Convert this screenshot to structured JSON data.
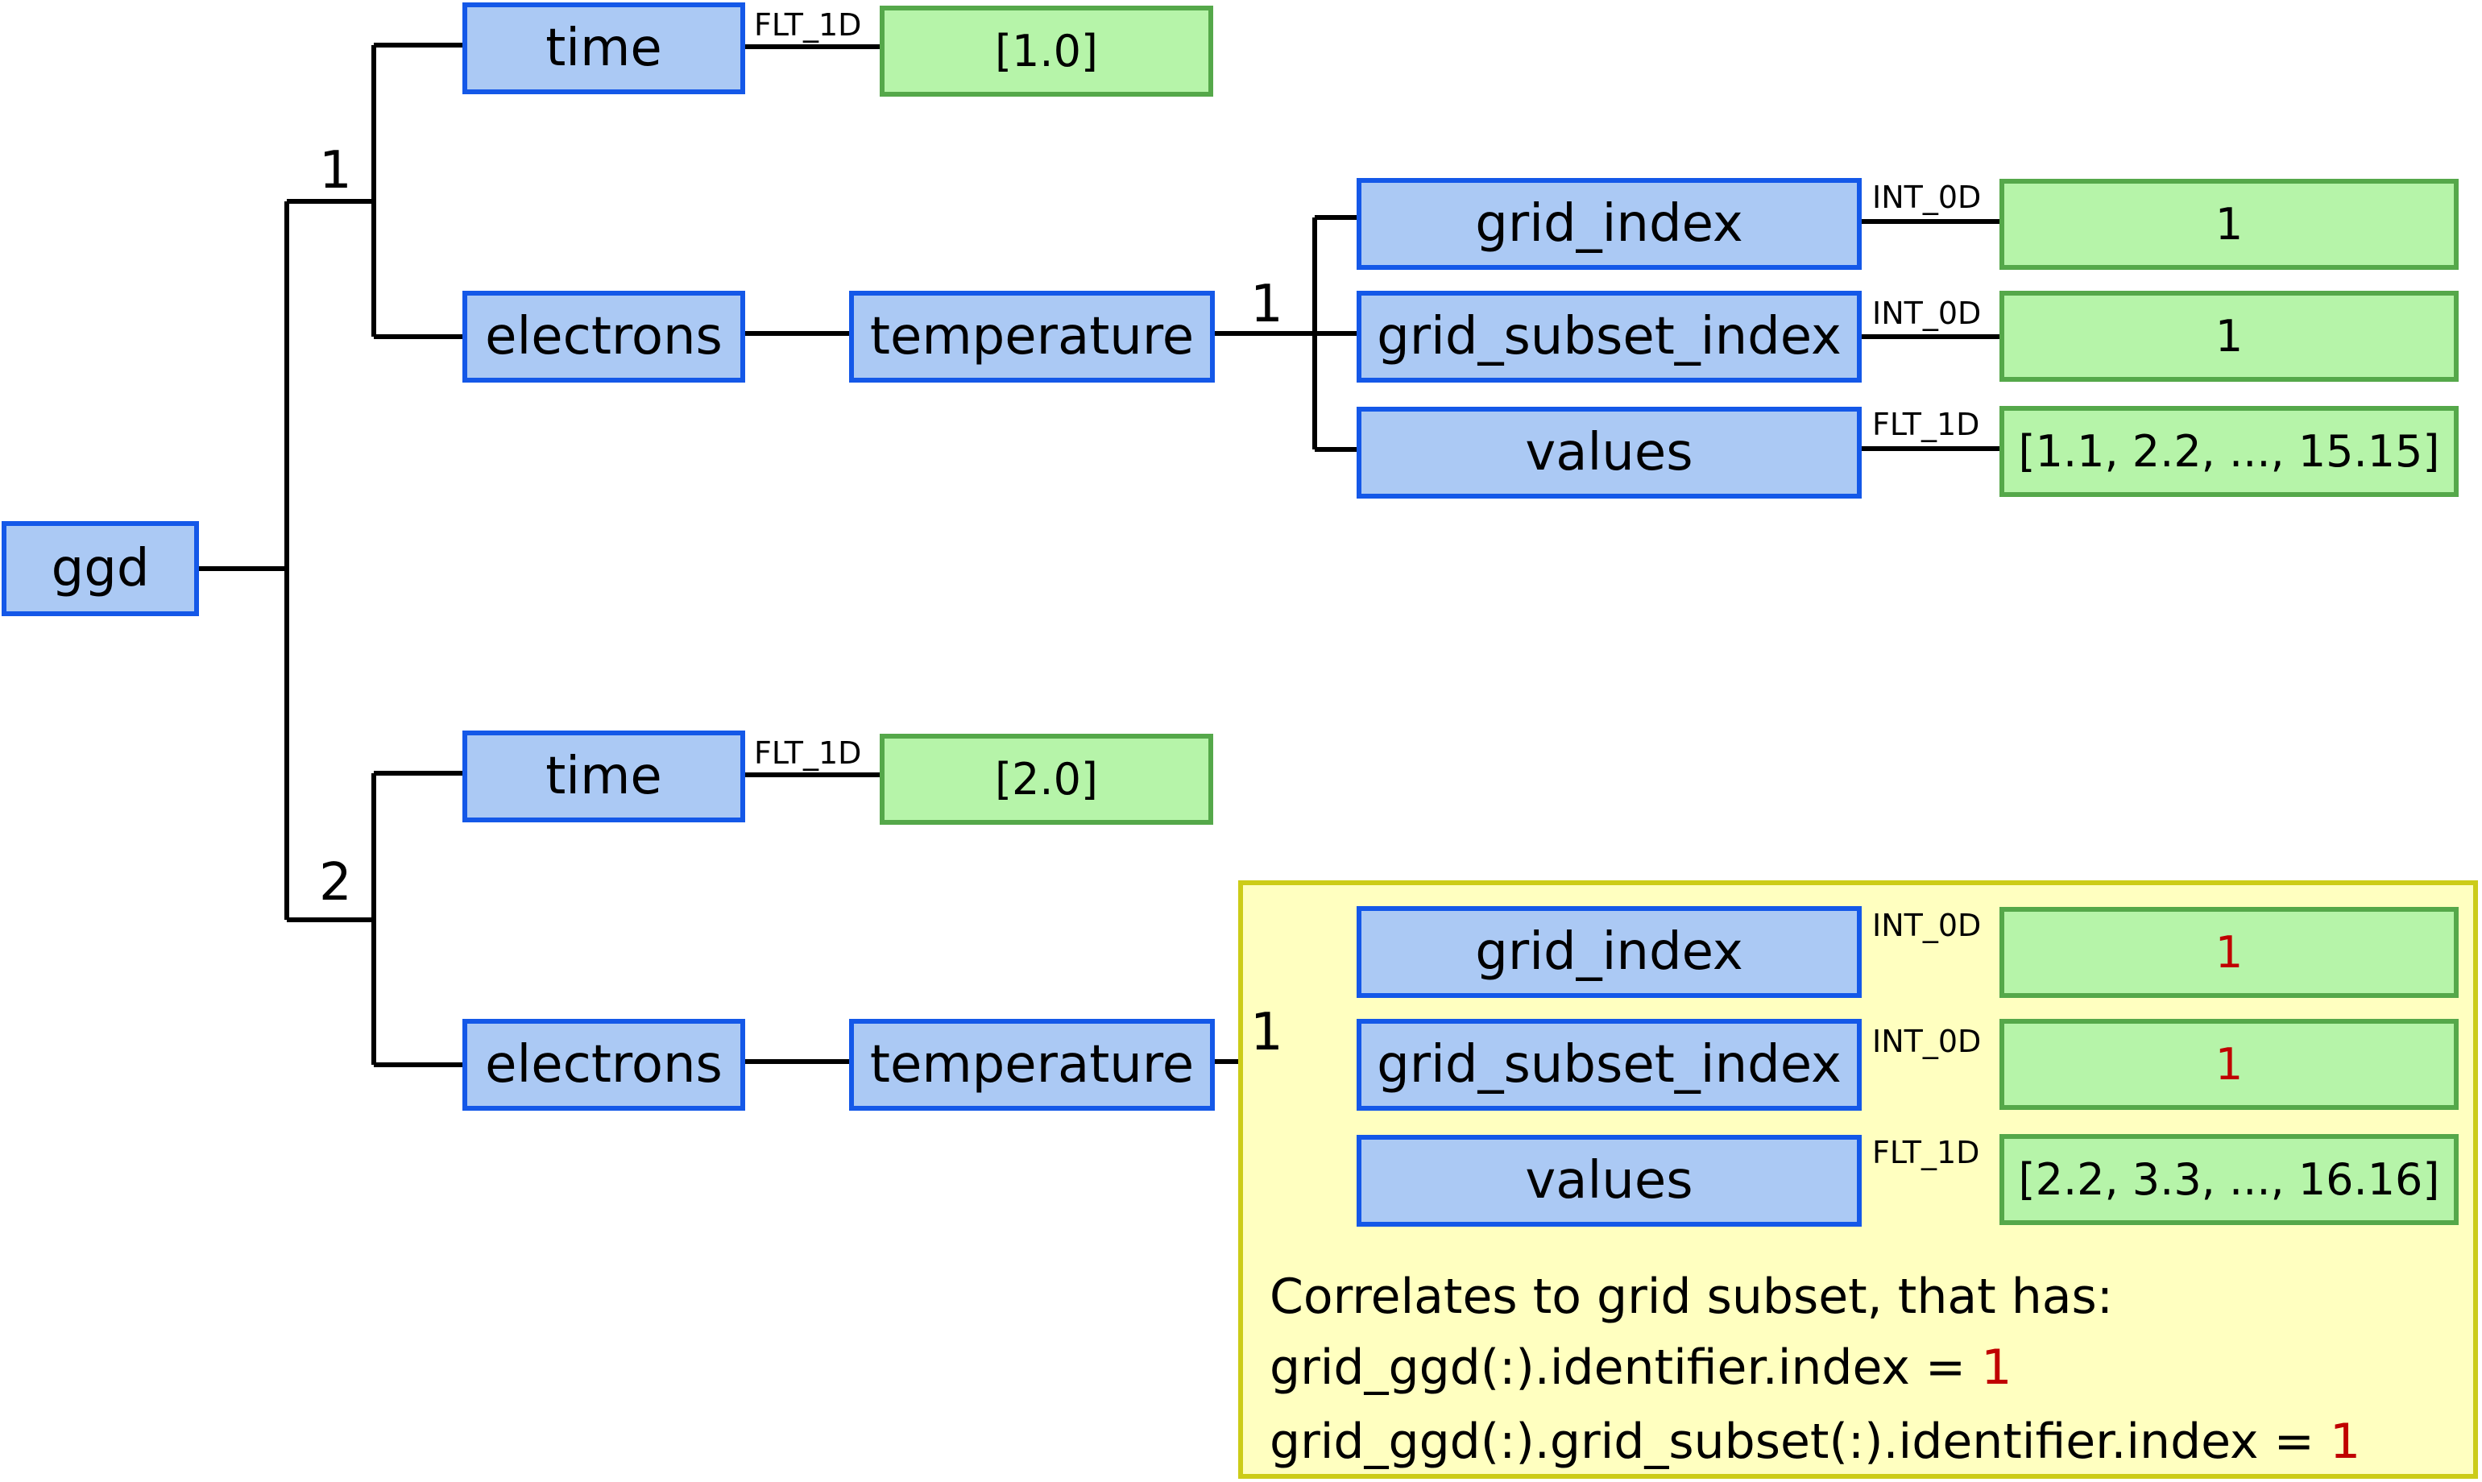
{
  "root": {
    "label": "ggd"
  },
  "time_slices": [
    {
      "index": "1",
      "time": {
        "label": "time",
        "type": "FLT_1D",
        "value": "[1.0]"
      },
      "electrons": {
        "label": "electrons"
      },
      "temperature": {
        "label": "temperature",
        "index": "1"
      },
      "leaves": [
        {
          "label": "grid_index",
          "type": "INT_0D",
          "value": "1"
        },
        {
          "label": "grid_subset_index",
          "type": "INT_0D",
          "value": "1"
        },
        {
          "label": "values",
          "type": "FLT_1D",
          "value": "[1.1, 2.2, ..., 15.15]"
        }
      ]
    },
    {
      "index": "2",
      "time": {
        "label": "time",
        "type": "FLT_1D",
        "value": "[2.0]"
      },
      "electrons": {
        "label": "electrons"
      },
      "temperature": {
        "label": "temperature",
        "index": "1"
      },
      "leaves": [
        {
          "label": "grid_index",
          "type": "INT_0D",
          "value": "1"
        },
        {
          "label": "grid_subset_index",
          "type": "INT_0D",
          "value": "1"
        },
        {
          "label": "values",
          "type": "FLT_1D",
          "value": "[2.2, 3.3, ..., 16.16]"
        }
      ]
    }
  ],
  "note": {
    "line1": "Correlates to grid subset, that has:",
    "line2_prefix": "grid_ggd(:).identifier.index = ",
    "line2_value": "1",
    "line3_prefix": "grid_ggd(:).grid_subset(:).identifier.index = ",
    "line3_value": "1"
  },
  "colors": {
    "node_fill": "#abc9f4",
    "node_border": "#1458e8",
    "value_fill": "#b6f4a9",
    "value_border": "#55a84a",
    "note_fill": "#ffffc0",
    "note_border": "#cccc18",
    "highlight": "#c00000"
  }
}
